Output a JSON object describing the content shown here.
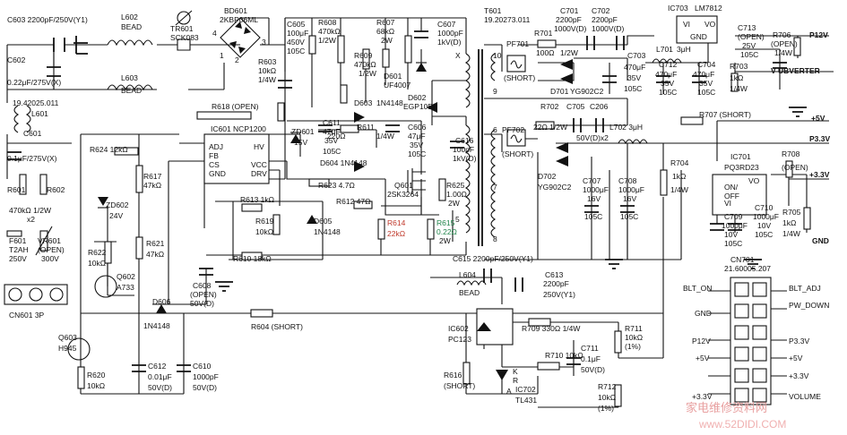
{
  "labels": {
    "c603": "C603  2200pF/250V(Y1)",
    "l602": "L602",
    "l602b": "BEAD",
    "tr601": "TR601",
    "tr601b": "SCK083",
    "bd601": "BD601",
    "bd601b": "2KBP06ML",
    "c605a": "C605",
    "c605b": "100μF",
    "c605c": "450V",
    "c605d": "105C",
    "r608a": "R608",
    "r608b": "470kΩ",
    "r608c": "1/2W",
    "r607a": "R607",
    "r607b": "68kΩ",
    "r607c": "2W",
    "c607a": "C607",
    "c607b": "1000pF",
    "c607c": "1kV(D)",
    "t601a": "T601",
    "t601b": "19.20273.011",
    "c701a": "C701",
    "c701b": "2200pF",
    "c701c": "1000V(D)",
    "c702a": "C702",
    "c702b": "2200pF",
    "c702c": "1000V(D)",
    "ic703a": "IC703",
    "ic703b": "LM7812",
    "c602": "C602",
    "c602b": "0.22μF/275V(X)",
    "l603": "L603",
    "l603b": "BEAD",
    "r603a": "R603",
    "r603b": "10kΩ",
    "r603c": "1/4W",
    "r609a": "R609",
    "r609b": "470kΩ",
    "r609c": "1/2W",
    "d601a": "D601",
    "d601b": "UF4007",
    "pf701": "PF701",
    "pf701s": "(SHORT)",
    "r701a": "R701",
    "r701b": "100Ω",
    "r701c": "1/2W",
    "d701": "D701",
    "d701b": "YG902C2",
    "l701": "L701",
    "l701b": "3μH",
    "c703a": "C703",
    "c703b": "470μF",
    "c703c": "35V",
    "c703d": "105C",
    "c712a": "C712",
    "c712b": "470μF",
    "c712c": "35V",
    "c712d": "105C",
    "c704a": "C704",
    "c704b": "470μF",
    "c704c": "35V",
    "c704d": "105C",
    "r703a": "R703",
    "r703b": "1kΩ",
    "r703c": "1/4W",
    "c713a": "C713",
    "c713b": "(OPEN)",
    "c713c": "25V",
    "c713d": "105C",
    "r706a": "R706",
    "r706b": "(OPEN)",
    "r706c": "1/4W",
    "p12v": "P12V",
    "vubverter": "V-UBVERTER",
    "l601a": "19.42025.011",
    "l601b": "L601",
    "r618": "R618  (OPEN)",
    "d603a": "D603",
    "d603b": "1N4148",
    "d602a": "D602",
    "d602b": "EGP10D",
    "ic601": "IC601  NCP1200",
    "zd601a": "ZD601",
    "zd601b": "15V",
    "c611a": "C611",
    "c611b": "47μF",
    "c611c": "35V",
    "c611d": "105C",
    "r611a": "R611",
    "r611b": "220Ω",
    "r611c": "1/4W",
    "c606a": "C606",
    "c606b": "47μF",
    "c606c": "35V",
    "c606d": "105C",
    "c616a": "C616",
    "c616b": "100pF",
    "c616c": "1kV(D)",
    "pf702": "PF702",
    "pf702s": "(SHORT)",
    "r702": "R702",
    "c705": "C705",
    "c206": "C206",
    "r702b": "22Ω  1/2W",
    "c705b": "50V(D)x2",
    "l702": "L702  3μH",
    "r707": "R707  (SHORT)",
    "p5v": "+5V",
    "p33v": "P3.3V",
    "c601a": "C601",
    "c601b": "0.1μF/275V(X)",
    "r624": "R624  12kΩ",
    "pin_adj": "ADJ",
    "pin_fb": "FB",
    "pin_cs": "CS",
    "pin_gnd": "GND",
    "pin_hv": "HV",
    "pin_vcc": "VCC",
    "pin_drv": "DRV",
    "d604": "D604  1N4148",
    "r623": "R623  4.7Ω",
    "r612": "R612  47Ω",
    "q601a": "Q601",
    "q601b": "2SK3264",
    "r625a": "R625",
    "r625b": "1.00Ω",
    "r625c": "2W",
    "d702a": "D702",
    "d702b": "YG902C2",
    "c707a": "C707",
    "c707b": "1000μF",
    "c707c": "16V",
    "c707d": "105C",
    "c708a": "C708",
    "c708b": "1000μF",
    "c708c": "16V",
    "c708d": "105C",
    "r704a": "R704",
    "r704b": "1kΩ",
    "r704c": "1/4W",
    "ic701a": "IC701",
    "ic701b": "PQ3RD23",
    "r708a": "R708",
    "r708b": "(OPEN)",
    "p33": "+3.3V",
    "r601a": "R601",
    "r602a": "R602",
    "r60xb": "470kΩ  1/2W",
    "r60xc": "x2",
    "r617a": "R617",
    "r617b": "47kΩ",
    "zd602a": "ZD602",
    "zd602b": "24V",
    "r613": "R613  1kΩ",
    "r619a": "R619",
    "r619b": "10kΩ",
    "d605a": "D605",
    "d605b": "1N4148",
    "r614a": "R614",
    "r614b": "22kΩ",
    "r615a": "R615",
    "r615b": "0.22Ω",
    "r615c": "2W",
    "c709a": "C709",
    "c709b": "1000μF",
    "c709c": "10V",
    "c709d": "105C",
    "c710a": "C710",
    "c710b": "1000μF",
    "c710c": "10V",
    "c710d": "105C",
    "r705a": "R705",
    "r705b": "1kΩ",
    "r705c": "1/4W",
    "gnd": "GND",
    "f601a": "F601",
    "f601b": "T2AH",
    "f601c": "250V",
    "vr601a": "VR601",
    "vr601b": "(OPEN)",
    "vr601c": "300V",
    "r622a": "R622",
    "r622b": "10kΩ",
    "q602a": "Q602",
    "q602b": "A733",
    "r621a": "R621",
    "r621b": "47kΩ",
    "r610": "R610  18kΩ",
    "c615": "C615  2200pF/250V(Y1)",
    "l604": "L604",
    "l604b": "BEAD",
    "c613a": "C613",
    "c613b": "2200pF",
    "c613c": "250V(Y1)",
    "cn701a": "CN701",
    "cn701b": "21.60005.207",
    "blt_on": "BLT_ON",
    "blt_adj": "BLT_ADJ",
    "pw_down": "PW_DOWN",
    "p12v2": "P12V",
    "p33v2": "P3.3V",
    "p5va": "+5V",
    "p5vb": "+5V",
    "p33b": "+3.3V",
    "p33c": "+3.3V",
    "volume": "VOLUME",
    "cn601": "CN601  3P",
    "c608a": "C608",
    "c608b": "(OPEN)",
    "c608c": "50V(D)",
    "d606a": "D606",
    "d606b": "1N4148",
    "r604": "R604  (SHORT)",
    "ic602a": "IC602",
    "ic602b": "PC123",
    "r709": "R709  330Ω  1/4W",
    "r711a": "R711",
    "r711b": "10kΩ",
    "r711c": "(1%)",
    "q603a": "Q603",
    "q603b": "H945",
    "r620a": "R620",
    "r620b": "10kΩ",
    "c612a": "C612",
    "c612b": "0.01μF",
    "c612c": "50V(D)",
    "c610a": "C610",
    "c610b": "1000pF",
    "c610c": "50V(D)",
    "r616a": "R616",
    "r616b": "(SHORT)",
    "r710": "R710  10kΩ",
    "c711a": "C711",
    "c711b": "0.1μF",
    "c711c": "50V(D)",
    "ic702a": "IC702",
    "ic702b": "TL431",
    "r712a": "R712",
    "r712b": "10kΩ",
    "r712c": "(1%)",
    "pin_vi": "VI",
    "pin_gnd2": "GND",
    "pin_vo": "VO",
    "pin_vi2": "VI",
    "pin_on": "ON/",
    "pin_off": "OFF",
    "pin_vo2": "VO",
    "pin_k": "K",
    "pin_r": "R",
    "pin_a": "A",
    "n1": "1",
    "n2": "2",
    "n3": "3",
    "n4": "4",
    "n5": "5",
    "n6": "6",
    "n7": "7",
    "n8": "8",
    "n9": "9",
    "n10": "10",
    "x": "X",
    "watermark": "家电维修资料网",
    "watermark_url": "www.52DIDI.COM"
  }
}
